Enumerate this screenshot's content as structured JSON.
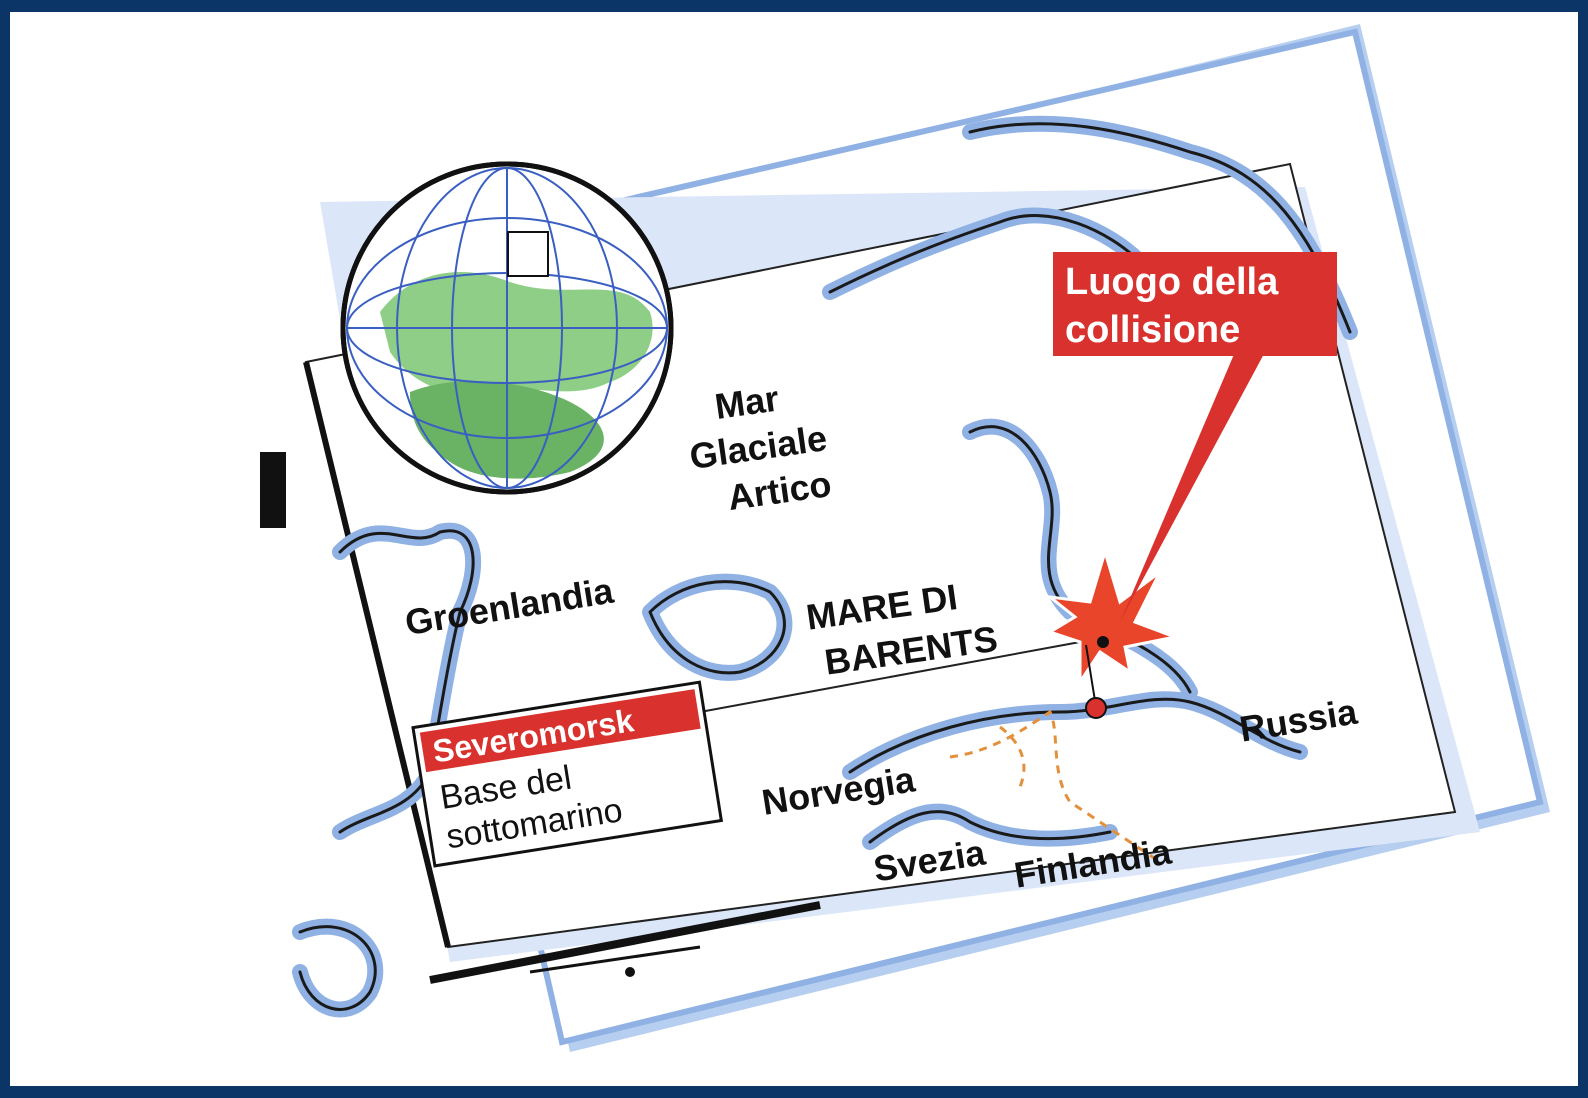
{
  "map": {
    "labels": {
      "sea_line1": "Mar",
      "sea_line2": "Glaciale",
      "sea_line3": "Artico",
      "barents_line1": "MARE DI",
      "barents_line2": "BARENTS",
      "greenland": "Groenlandia",
      "norway": "Norvegia",
      "sweden": "Svezia",
      "finland": "Finlandia",
      "russia": "Russia"
    },
    "callout": {
      "line1": "Luogo della",
      "line2": "collisione"
    },
    "legend": {
      "title": "Severomorsk",
      "line1": "Base del",
      "line2": "sottomarino"
    },
    "colors": {
      "frame": "#ffffff",
      "sea": "#ffffff",
      "land": "#ffffff",
      "coast_shadow": "#8fb1e3",
      "callout_red": "#d9322e",
      "globe_land": "#8fce86",
      "globe_sea": "#ffffff",
      "globe_grid": "#3a5fc2",
      "border_dash": "#e3903c",
      "explosion": "#e8452a"
    }
  }
}
